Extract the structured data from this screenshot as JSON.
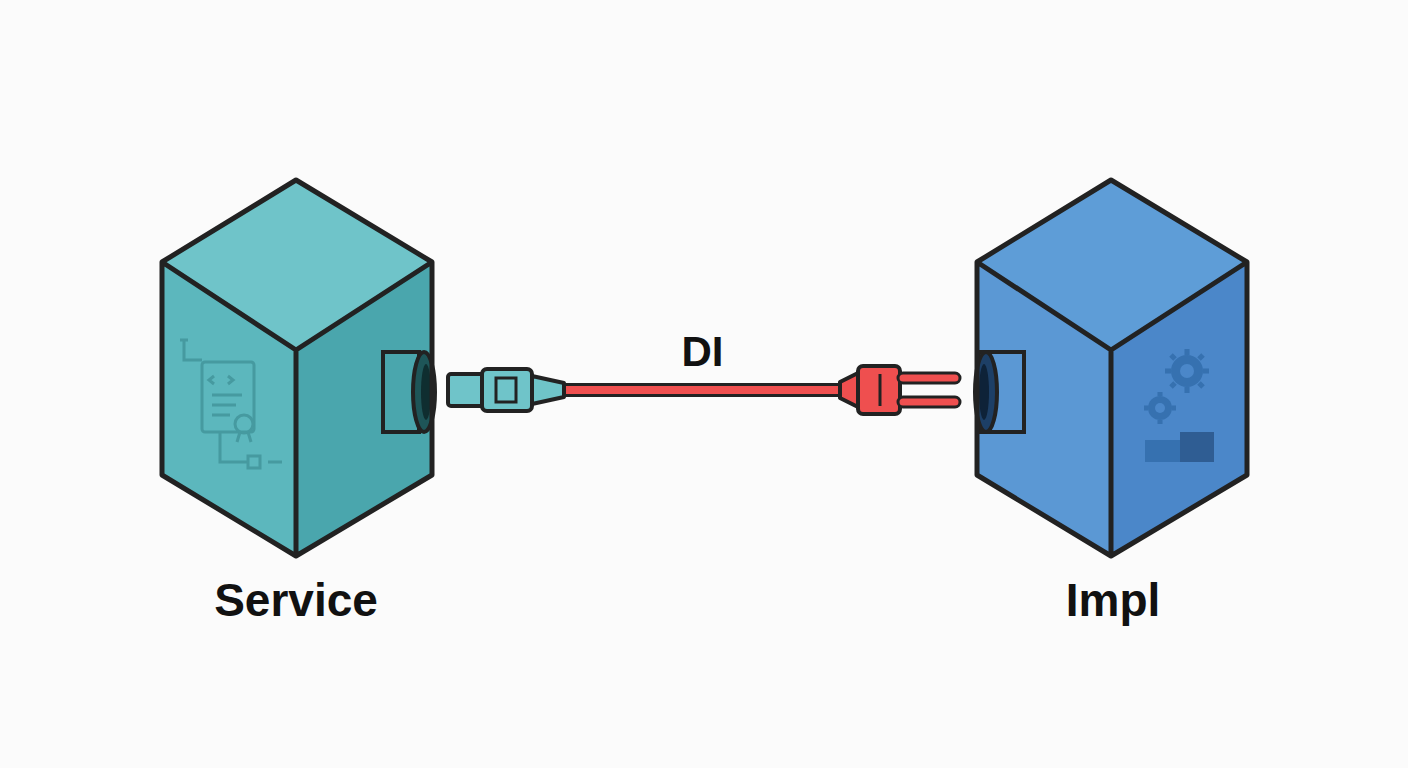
{
  "diagram": {
    "nodes": [
      {
        "text": [
          "Service"
        ]
      },
      {
        "text": [
          "Impl"
        ]
      }
    ],
    "edges": [
      {
        "from": 0,
        "to": 1,
        "label": "DI",
        "arrow": "none"
      }
    ]
  }
}
